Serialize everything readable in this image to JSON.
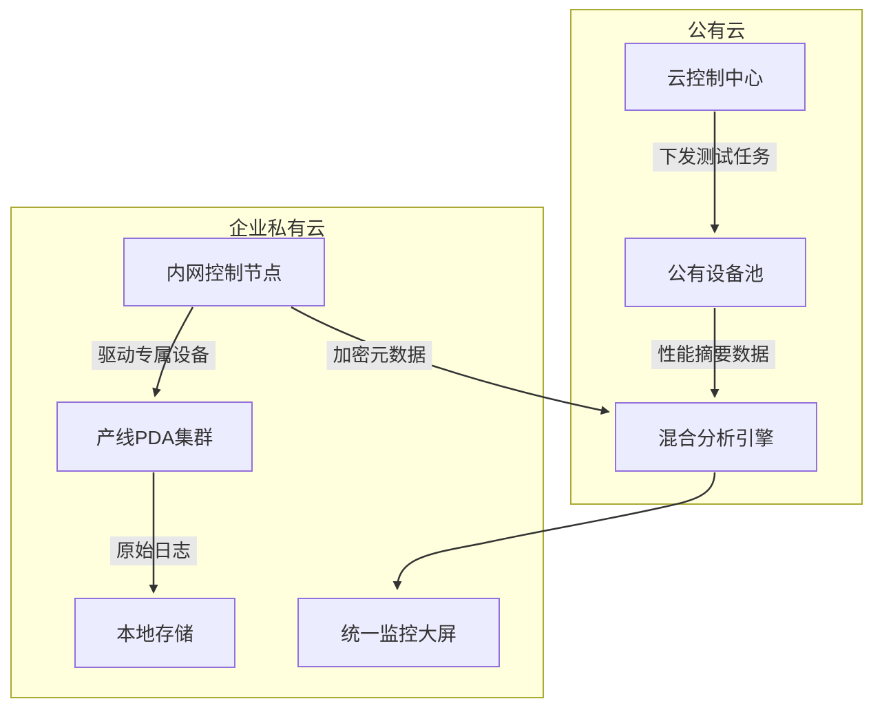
{
  "diagram": {
    "type": "flowchart",
    "direction": "top-down",
    "subgraphs": [
      {
        "id": "public-cloud",
        "label": "公有云",
        "nodes": [
          "cloud-control-center",
          "public-device-pool",
          "hybrid-analysis-engine"
        ]
      },
      {
        "id": "enterprise-private-cloud",
        "label": "企业私有云",
        "nodes": [
          "intranet-control-node",
          "pda-cluster",
          "local-storage",
          "monitor-screen"
        ]
      }
    ],
    "nodes": [
      {
        "id": "cloud-control-center",
        "label": "云控制中心"
      },
      {
        "id": "public-device-pool",
        "label": "公有设备池"
      },
      {
        "id": "hybrid-analysis-engine",
        "label": "混合分析引擎"
      },
      {
        "id": "intranet-control-node",
        "label": "内网控制节点"
      },
      {
        "id": "pda-cluster",
        "label": "产线PDA集群"
      },
      {
        "id": "local-storage",
        "label": "本地存储"
      },
      {
        "id": "monitor-screen",
        "label": "统一监控大屏"
      }
    ],
    "edges": [
      {
        "from": "cloud-control-center",
        "to": "public-device-pool",
        "label": "下发测试任务"
      },
      {
        "from": "public-device-pool",
        "to": "hybrid-analysis-engine",
        "label": "性能摘要数据"
      },
      {
        "from": "intranet-control-node",
        "to": "pda-cluster",
        "label": "驱动专属设备"
      },
      {
        "from": "intranet-control-node",
        "to": "hybrid-analysis-engine",
        "label": "加密元数据"
      },
      {
        "from": "pda-cluster",
        "to": "local-storage",
        "label": "原始日志"
      },
      {
        "from": "hybrid-analysis-engine",
        "to": "monitor-screen",
        "label": ""
      }
    ],
    "colors": {
      "node_fill": "#ECECFF",
      "node_border": "#9370DB",
      "cluster_fill": "#FFFFDE",
      "cluster_border": "#AAAA33",
      "edge": "#333333",
      "label_bg": "#E8E8E8",
      "text": "#333333",
      "canvas": "#FFFFFF"
    }
  }
}
